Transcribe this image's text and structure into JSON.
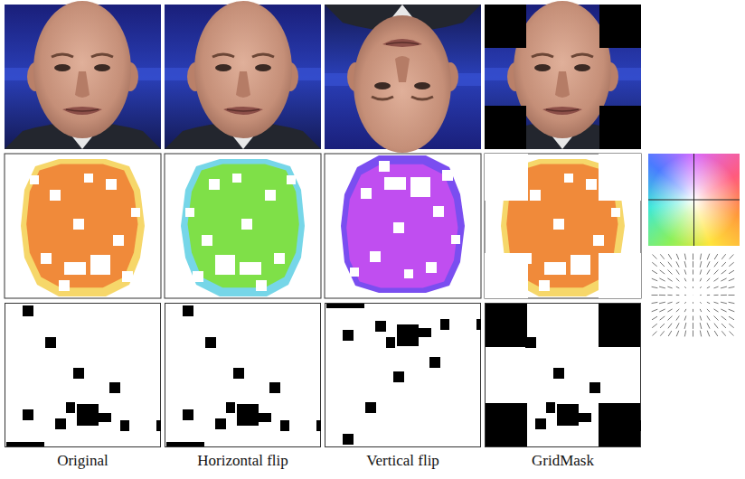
{
  "diagram": {
    "labels": [
      "Original",
      "Horizontal flip",
      "Vertical flip",
      "GridMask"
    ]
  }
}
